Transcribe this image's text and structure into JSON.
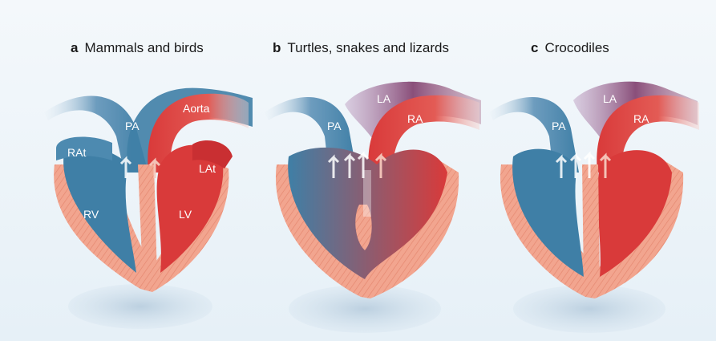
{
  "panels": [
    {
      "letter": "a",
      "title": "Mammals and birds",
      "labels": {
        "pa": "PA",
        "aorta": "Aorta",
        "rat": "RAt",
        "lat": "LAt",
        "rv": "RV",
        "lv": "LV"
      }
    },
    {
      "letter": "b",
      "title": "Turtles, snakes and lizards",
      "labels": {
        "pa": "PA",
        "la": "LA",
        "ra": "RA"
      }
    },
    {
      "letter": "c",
      "title": "Crocodiles",
      "labels": {
        "pa": "PA",
        "la": "LA",
        "ra": "RA"
      }
    }
  ],
  "colors": {
    "background": "#e9f2f8",
    "deoxygenated_blue": "#3f7fa6",
    "oxygenated_red": "#d93a3a",
    "muscle_pink": "#f2a58f",
    "shadow": "#c9d9e6",
    "mixed_purple": "#8a4f7a"
  }
}
